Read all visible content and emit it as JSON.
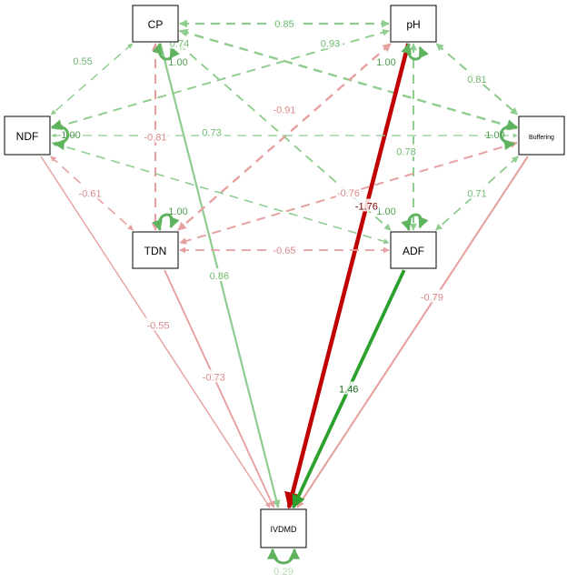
{
  "nodes": {
    "cp": {
      "label": "CP"
    },
    "ph": {
      "label": "pH"
    },
    "ndf": {
      "label": "NDF"
    },
    "buffering": {
      "label": "Buffering"
    },
    "tdn": {
      "label": "TDN"
    },
    "adf": {
      "label": "ADF"
    },
    "ivdmd": {
      "label": "IVDMD"
    }
  },
  "colors": {
    "positive": "#2ca02c",
    "negative": "#c00000",
    "positive_light": "#8fcc8f",
    "negative_light": "#e6a0a0"
  },
  "edges": [
    {
      "id": "cp-ph",
      "from": "cp",
      "to": "ph",
      "label": "0.85",
      "sign": "positive",
      "weight": 0.85,
      "style": "dashed"
    },
    {
      "id": "cp-ndf",
      "from": "cp",
      "to": "ndf",
      "label": "0.55",
      "sign": "positive",
      "weight": 0.55,
      "style": "dashed"
    },
    {
      "id": "cp-tdn",
      "from": "cp",
      "to": "tdn",
      "label": "-0.81",
      "sign": "negative",
      "weight": 0.81,
      "style": "dashed"
    },
    {
      "id": "cp-buffering",
      "from": "cp",
      "to": "buffering",
      "label": "0.93",
      "sign": "positive",
      "weight": 0.93,
      "style": "dashed"
    },
    {
      "id": "cp-adf",
      "from": "cp",
      "to": "adf",
      "label": "0.73",
      "sign": "positive",
      "weight": 0.73,
      "style": "dashed"
    },
    {
      "id": "cp-ivdmd",
      "from": "cp",
      "to": "ivdmd",
      "label": "0.86",
      "sign": "positive",
      "weight": 0.86,
      "style": "solid"
    },
    {
      "id": "ph-ndf",
      "from": "ph",
      "to": "ndf",
      "label": "0.74",
      "sign": "positive",
      "weight": 0.74,
      "style": "dashed"
    },
    {
      "id": "ph-buffering",
      "from": "ph",
      "to": "buffering",
      "label": "0.81",
      "sign": "positive",
      "weight": 0.81,
      "style": "dashed"
    },
    {
      "id": "ph-tdn",
      "from": "ph",
      "to": "tdn",
      "label": "-0.91",
      "sign": "negative",
      "weight": 0.91,
      "style": "dashed"
    },
    {
      "id": "ph-adf",
      "from": "ph",
      "to": "adf",
      "label": "0.78",
      "sign": "positive",
      "weight": 0.78,
      "style": "dashed"
    },
    {
      "id": "ph-ivdmd",
      "from": "ph",
      "to": "ivdmd",
      "label": "-1.76",
      "sign": "negative",
      "weight": 1.76,
      "style": "solid"
    },
    {
      "id": "ndf-buffering",
      "from": "ndf",
      "to": "buffering",
      "label": "",
      "sign": "positive",
      "weight": 0.4,
      "style": "dashed"
    },
    {
      "id": "ndf-tdn",
      "from": "ndf",
      "to": "tdn",
      "label": "-0.61",
      "sign": "negative",
      "weight": 0.61,
      "style": "dashed"
    },
    {
      "id": "ndf-adf",
      "from": "ndf",
      "to": "adf",
      "label": "",
      "sign": "positive",
      "weight": 0.6,
      "style": "dashed"
    },
    {
      "id": "ndf-ivdmd",
      "from": "ndf",
      "to": "ivdmd",
      "label": "-0.55",
      "sign": "negative",
      "weight": 0.55,
      "style": "solid"
    },
    {
      "id": "buffering-tdn",
      "from": "buffering",
      "to": "tdn",
      "label": "-0.76",
      "sign": "negative",
      "weight": 0.76,
      "style": "dashed"
    },
    {
      "id": "buffering-adf",
      "from": "buffering",
      "to": "adf",
      "label": "0.71",
      "sign": "positive",
      "weight": 0.71,
      "style": "dashed"
    },
    {
      "id": "buffering-ivdmd",
      "from": "buffering",
      "to": "ivdmd",
      "label": "-0.79",
      "sign": "negative",
      "weight": 0.79,
      "style": "solid"
    },
    {
      "id": "tdn-adf",
      "from": "tdn",
      "to": "adf",
      "label": "-0.65",
      "sign": "negative",
      "weight": 0.65,
      "style": "dashed"
    },
    {
      "id": "tdn-ivdmd",
      "from": "tdn",
      "to": "ivdmd",
      "label": "-0.73",
      "sign": "negative",
      "weight": 0.73,
      "style": "solid"
    },
    {
      "id": "adf-ivdmd",
      "from": "adf",
      "to": "ivdmd",
      "label": "1.46",
      "sign": "positive",
      "weight": 1.46,
      "style": "solid"
    }
  ],
  "variances": [
    {
      "node": "cp",
      "label": "1.00"
    },
    {
      "node": "ph",
      "label": "1.00"
    },
    {
      "node": "ndf",
      "label": "1.00"
    },
    {
      "node": "buffering",
      "label": "1.00"
    },
    {
      "node": "tdn",
      "label": "1.00"
    },
    {
      "node": "adf",
      "label": "1.00"
    },
    {
      "node": "ivdmd",
      "label": "0.29"
    }
  ]
}
